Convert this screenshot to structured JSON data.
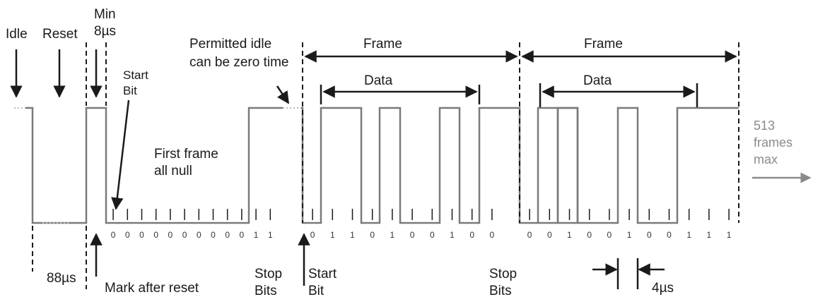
{
  "labels": {
    "idle": "Idle",
    "reset": "Reset",
    "min_line1": "Min",
    "min_line2": "8µs",
    "start_bit_1_line1": "Start",
    "start_bit_1_line2": "Bit",
    "permitted_idle_line1": "Permitted idle",
    "permitted_idle_line2": "can be zero time",
    "first_frame_line1": "First frame",
    "first_frame_line2": "all null",
    "frame_1": "Frame",
    "frame_2": "Frame",
    "data_1": "Data",
    "data_2": "Data",
    "frames_max_line1": "513",
    "frames_max_line2": "frames",
    "frames_max_line3": "max",
    "reset_duration": "88µs",
    "mark_after_reset": "Mark after reset",
    "stop_bits_1_line1": "Stop",
    "stop_bits_1_line2": "Bits",
    "start_bit_2_line1": "Start",
    "start_bit_2_line2": "Bit",
    "stop_bits_2_line1": "Stop",
    "stop_bits_2_line2": "Bits",
    "bit_time": "4µs"
  },
  "bits": {
    "null_frame": [
      "0",
      "0",
      "0",
      "0",
      "0",
      "0",
      "0",
      "0",
      "0",
      "0",
      "1",
      "1"
    ],
    "frame_1": [
      "0",
      "1",
      "1",
      "0",
      "1",
      "0",
      "0",
      "1",
      "0",
      "0"
    ],
    "frame_2": [
      "0",
      "0",
      "1",
      "0",
      "0",
      "1",
      "0",
      "0",
      "1",
      "1",
      "1"
    ]
  },
  "colors": {
    "signal": "#7a7a7a",
    "annotation": "#1a1a1a",
    "continuation": "#8a8a8a"
  }
}
